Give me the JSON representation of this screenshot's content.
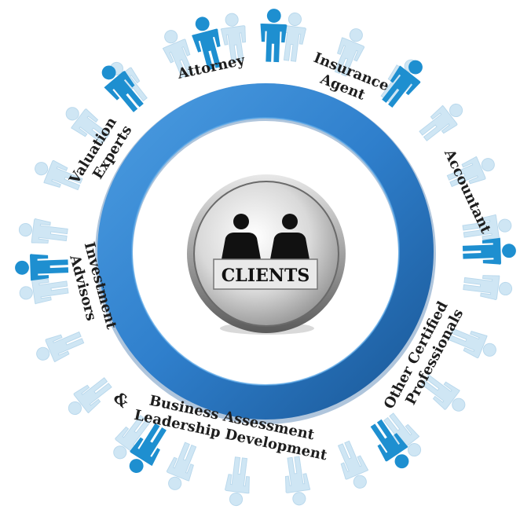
{
  "center": {
    "label": "CLIENTS"
  },
  "labels": [
    {
      "id": "attorney",
      "lines": [
        "Attorney"
      ]
    },
    {
      "id": "insurance-agent",
      "lines": [
        "Insurance",
        "Agent"
      ]
    },
    {
      "id": "accountant",
      "lines": [
        "Accountant"
      ]
    },
    {
      "id": "other-certified-professionals",
      "lines": [
        "Other Certified",
        "Professionals"
      ]
    },
    {
      "id": "business-assessment",
      "lines": [
        "Business Assessment",
        "Leadership Development"
      ]
    },
    {
      "id": "ampersand",
      "lines": [
        "&"
      ]
    },
    {
      "id": "investment-advisors",
      "lines": [
        "Investment",
        "Advisors"
      ]
    },
    {
      "id": "valuation-experts",
      "lines": [
        "Valuation",
        "Experts"
      ]
    }
  ],
  "colors": {
    "ring": "#2f7fcc",
    "ring_dark": "#1c5c9e",
    "figure_highlight": "#1e8fd0",
    "figure_faded": "#cfe6f4",
    "center_badge": "#9a9a9a"
  }
}
